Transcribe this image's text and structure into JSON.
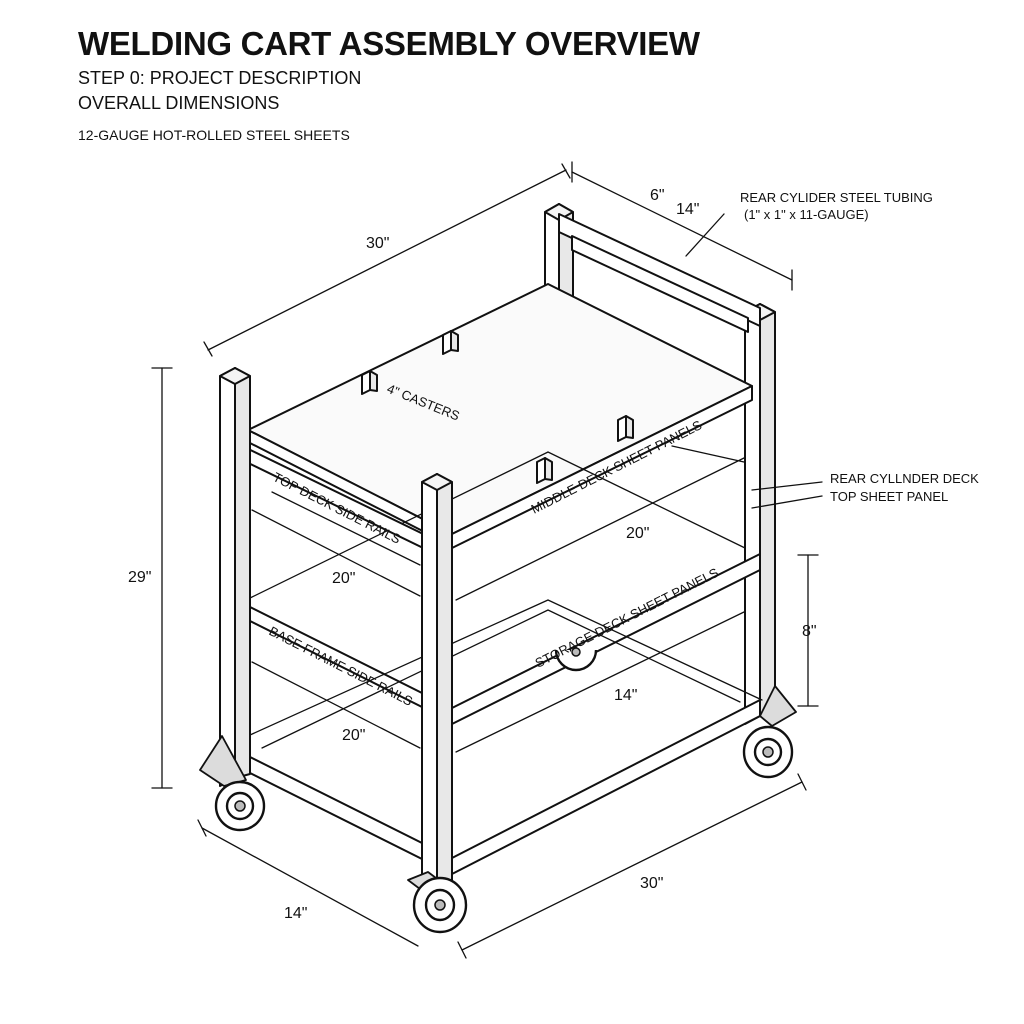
{
  "header": {
    "title": "WELDING CART ASSEMBLY OVERVIEW",
    "step": "STEP 0: PROJECT DESCRIPTION",
    "overall": "OVERALL DIMENSIONS",
    "material": "12-GAUGE HOT-ROLLED STEEL SHEETS"
  },
  "callouts": {
    "rear_tubing_line1": "REAR CYLIDER STEEL TUBING",
    "rear_tubing_line2": "(1\" x 1\"  x  11-GAUGE)",
    "rear_deck_line1": "REAR CYLLNDER DECK",
    "rear_deck_line2": "TOP SHEET PANEL",
    "casters": "4\" CASTERS",
    "top_deck_rails": "TOP DECK SIDE RAILS",
    "middle_deck_panels": "MIDDLE DECK SHEET PANELS",
    "base_frame_rails": "BASE FRAME SIDE RAILS",
    "storage_deck_panels": "STORAGE DECK SHEET PANELS"
  },
  "dimensions": {
    "top_length": "30\"",
    "rear_offset": "6\"",
    "rear_depth": "14\"",
    "height": "29\"",
    "top_inner_width": "20\"",
    "middle_width": "20\"",
    "base_inner_width": "20\"",
    "storage_depth": "14\"",
    "storage_height": "8\"",
    "bottom_depth": "14\"",
    "bottom_length": "30\""
  }
}
